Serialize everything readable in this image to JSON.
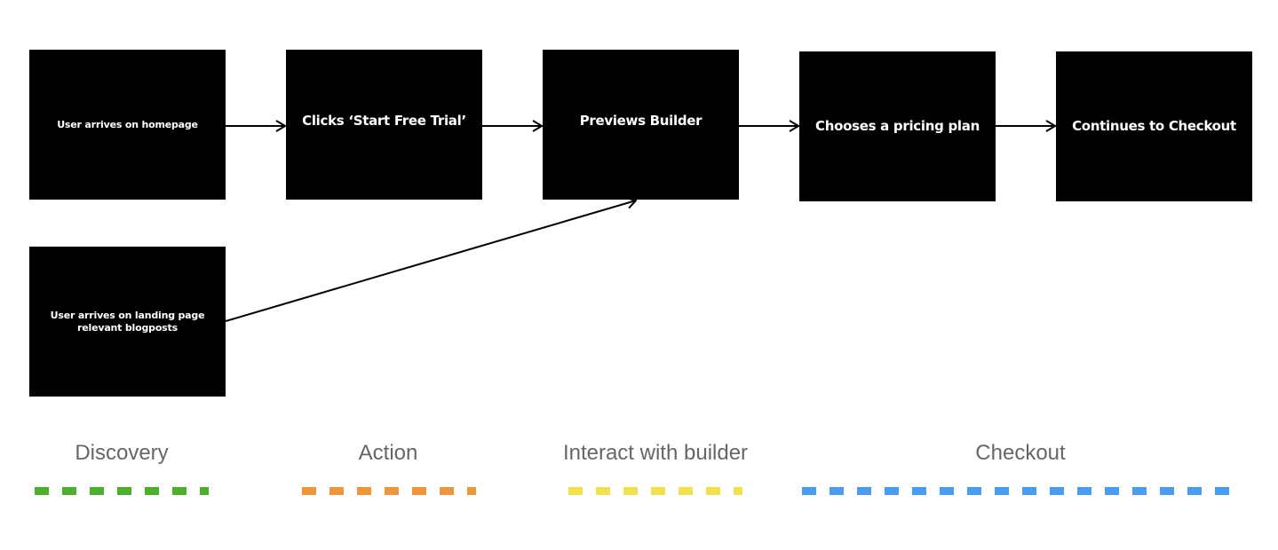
{
  "steps": {
    "homepage": "User arrives on homepage",
    "start_trial": "Clicks ‘Start Free Trial’",
    "preview": "Previews Builder",
    "pricing": "Chooses a pricing plan",
    "checkout": "Continues to Checkout",
    "landing": "User arrives on landing page relevant blogposts"
  },
  "phases": [
    {
      "label": "Discovery",
      "color": "#4caf2e"
    },
    {
      "label": "Action",
      "color": "#f0953a"
    },
    {
      "label": "Interact with builder",
      "color": "#f2e04d"
    },
    {
      "label": "Checkout",
      "color": "#4a9cf0"
    }
  ],
  "colors": {
    "box": "#000000",
    "box_text": "#ffffff",
    "arrow": "#000000",
    "phase_label": "#666666"
  }
}
